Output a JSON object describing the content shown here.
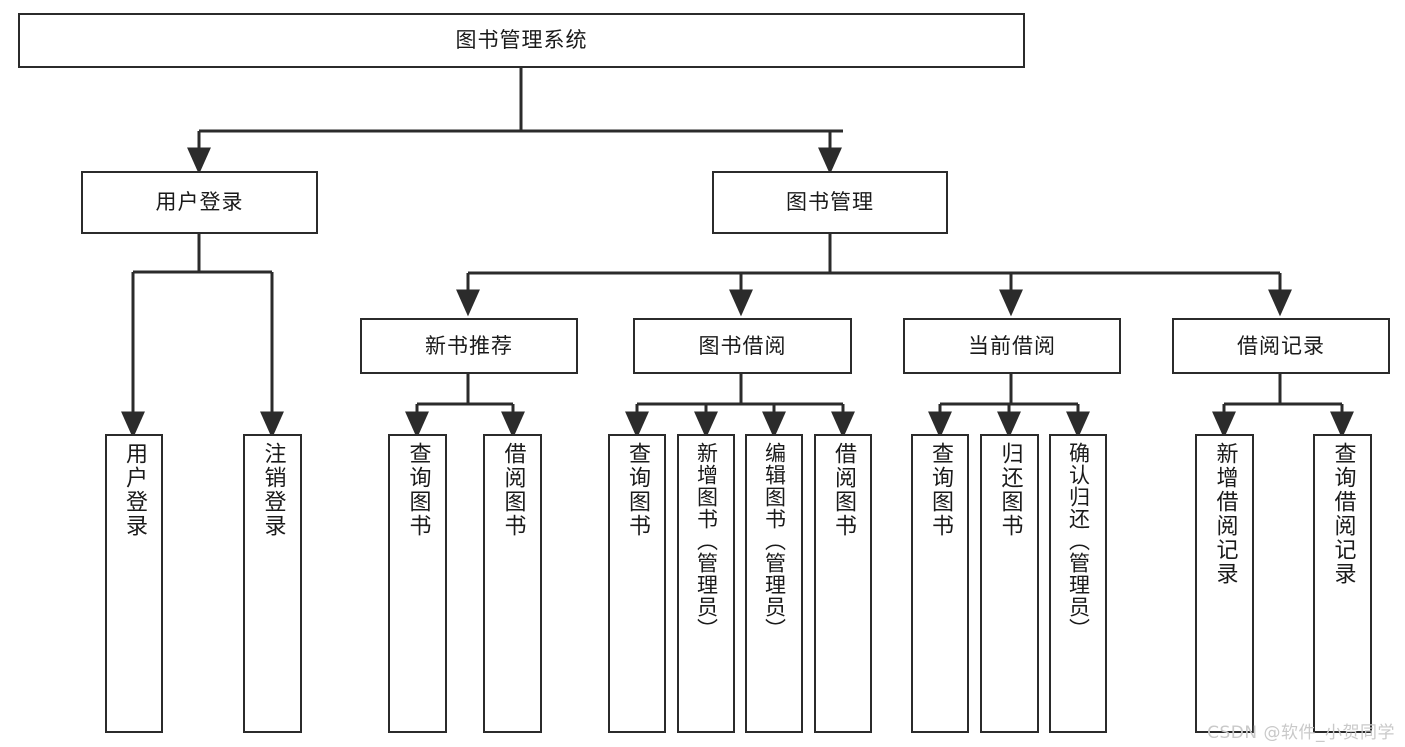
{
  "diagram": {
    "title": "图书管理系统",
    "type": "hierarchy-tree",
    "root": {
      "label": "图书管理系统"
    },
    "level2": [
      {
        "label": "用户登录"
      },
      {
        "label": "图书管理"
      }
    ],
    "level3": [
      {
        "label": "新书推荐"
      },
      {
        "label": "图书借阅"
      },
      {
        "label": "当前借阅"
      },
      {
        "label": "借阅记录"
      }
    ],
    "leaves": [
      {
        "label": "用户登录",
        "parent": "用户登录"
      },
      {
        "label": "注销登录",
        "parent": "用户登录"
      },
      {
        "label": "查询图书",
        "parent": "新书推荐"
      },
      {
        "label": "借阅图书",
        "parent": "新书推荐"
      },
      {
        "label": "查询图书",
        "parent": "图书借阅"
      },
      {
        "label": "新增图书（管理员）",
        "parent": "图书借阅"
      },
      {
        "label": "编辑图书（管理员）",
        "parent": "图书借阅"
      },
      {
        "label": "借阅图书",
        "parent": "图书借阅"
      },
      {
        "label": "查询图书",
        "parent": "当前借阅"
      },
      {
        "label": "归还图书",
        "parent": "当前借阅"
      },
      {
        "label": "确认归还（管理员）",
        "parent": "当前借阅"
      },
      {
        "label": "新增借阅记录",
        "parent": "借阅记录"
      },
      {
        "label": "查询借阅记录",
        "parent": "借阅记录"
      }
    ]
  },
  "watermark": {
    "text": "CSDN @软件_小贺同学"
  },
  "colors": {
    "stroke": "#2b2b2b",
    "fill": "#ffffff",
    "text": "#1a1a1a",
    "watermark": "#c9c9c9"
  }
}
